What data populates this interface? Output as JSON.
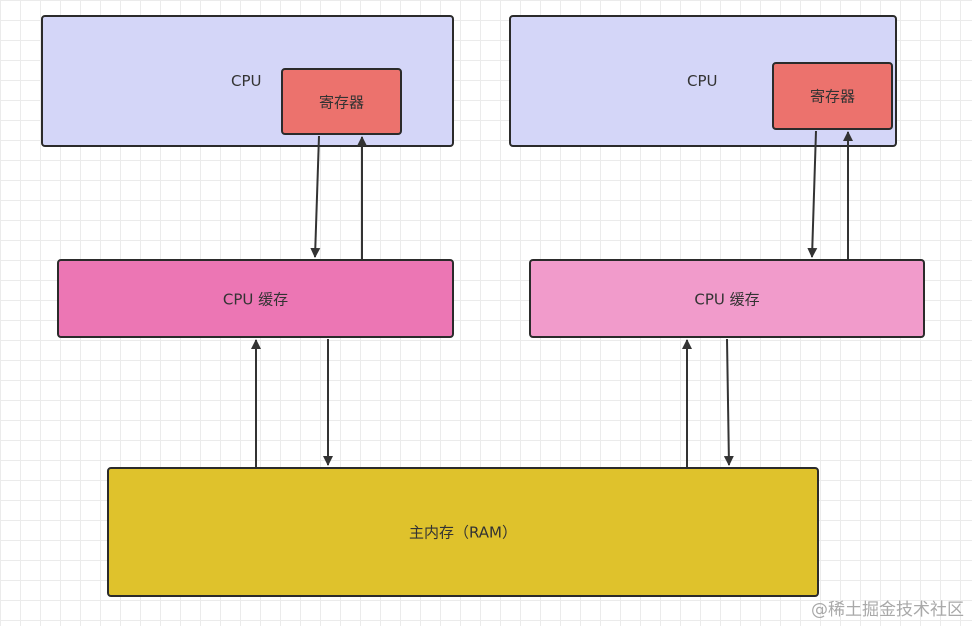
{
  "diagram": {
    "cpu_left": {
      "label": "CPU"
    },
    "cpu_right": {
      "label": "CPU"
    },
    "register_left": {
      "label": "寄存器"
    },
    "register_right": {
      "label": "寄存器"
    },
    "cache_left": {
      "label": "CPU 缓存"
    },
    "cache_right": {
      "label": "CPU 缓存"
    },
    "ram": {
      "label": "主内存（RAM）"
    }
  },
  "watermark": "@稀土掘金技术社区",
  "colors": {
    "cpu": "#d4d6f8",
    "register": "#ec726d",
    "cache_left": "#ec76b4",
    "cache_right": "#f19bcb",
    "ram": "#dfc22c",
    "arrow": "#333333"
  }
}
